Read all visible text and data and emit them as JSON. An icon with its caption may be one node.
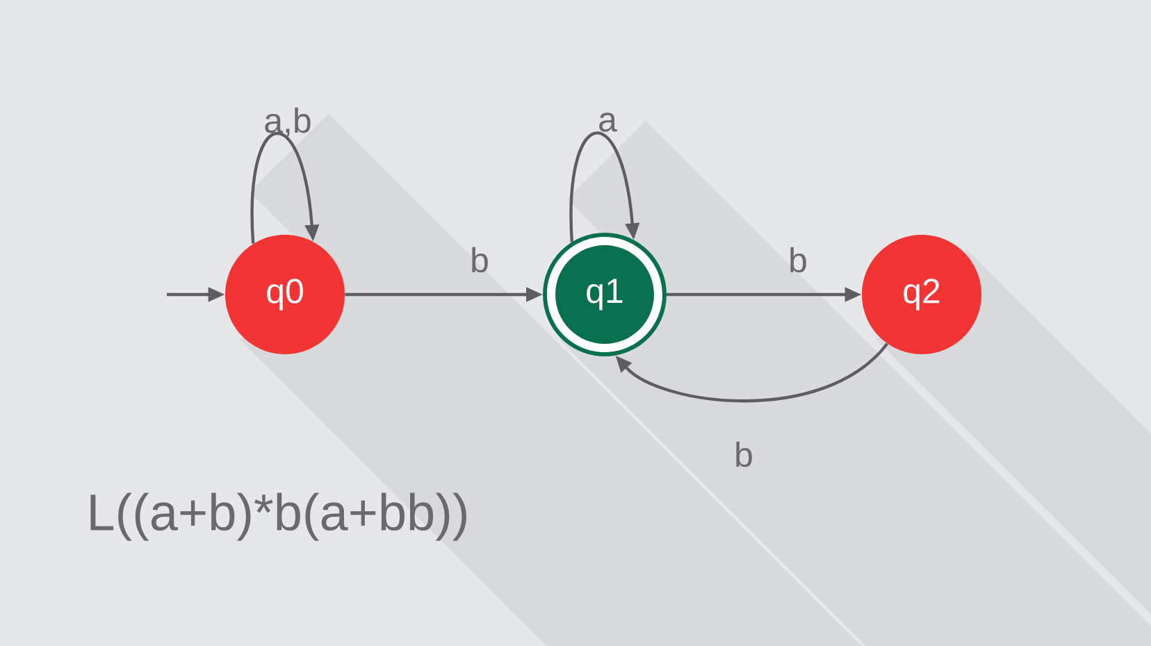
{
  "diagram": {
    "nodes": [
      {
        "text": [
          "q0"
        ]
      },
      {
        "text": [
          "q1"
        ]
      },
      {
        "text": [
          "q2"
        ]
      }
    ],
    "edges": [
      {
        "from": null,
        "to": 0,
        "arrow": "to"
      },
      {
        "from": 0,
        "to": 0,
        "label": "a,b",
        "arrow": "to"
      },
      {
        "from": 0,
        "to": 1,
        "label": "b",
        "arrow": "to"
      },
      {
        "from": 1,
        "to": 1,
        "label": "a",
        "arrow": "to"
      },
      {
        "from": 1,
        "to": 2,
        "label": "b",
        "arrow": "to"
      },
      {
        "from": 2,
        "to": 1,
        "label": "b",
        "arrow": "to"
      }
    ],
    "labels": [
      "L((a+b)*b(a+bb))"
    ]
  }
}
